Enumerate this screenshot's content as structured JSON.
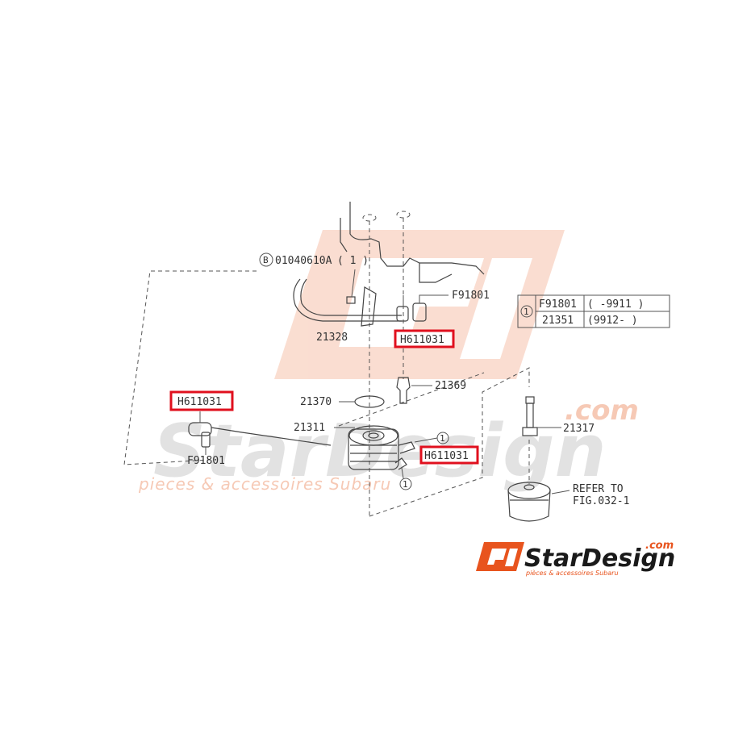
{
  "watermark": {
    "brand": "StarDesign",
    "domain": ".com",
    "tagline": "pieces & accessoires Subaru"
  },
  "logo": {
    "brand": "StarDesign",
    "domain": ".com",
    "tagline": "pièces & accessoires Subaru"
  },
  "labels": {
    "bolt": "01040610A",
    "bolt_qty": "( 1  )",
    "bolt_symbol": "B",
    "pipe": "21328",
    "clamp_top": "F91801",
    "clamp_left": "F91801",
    "hose_top": "H611031",
    "hose_left": "H611031",
    "hose_right": "H611031",
    "connector": "21369",
    "o_ring": "21370",
    "cooler": "21311",
    "stud": "21317",
    "refer_1": "REFER TO",
    "refer_2": "FIG.032-1",
    "circle_1": "1",
    "circle_2": "1"
  },
  "table": {
    "key": "1",
    "rows": [
      {
        "part": "F91801",
        "range": "(      -9911 )"
      },
      {
        "part": "21351",
        "range": "(9912-      )"
      }
    ]
  },
  "colors": {
    "highlight": "#e0101e",
    "logo_orange": "#e8541e"
  }
}
